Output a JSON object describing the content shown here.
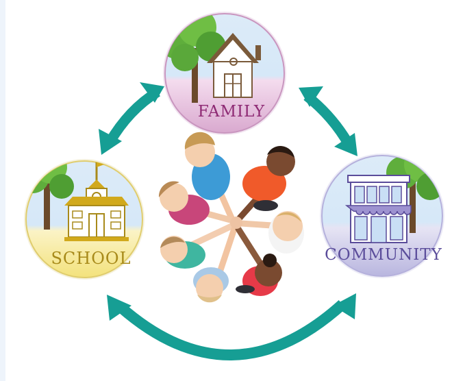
{
  "nodes": {
    "family": {
      "label": "FAMILY",
      "color": "#8e2a74",
      "icon": "house-icon"
    },
    "school": {
      "label": "SCHOOL",
      "color": "#a88a1a",
      "icon": "school-building-icon"
    },
    "community": {
      "label": "COMMUNITY",
      "color": "#5a4c9a",
      "icon": "storefront-building-icon"
    }
  },
  "center": {
    "image": "children-circle-hands-together"
  },
  "arrows": {
    "color": "#169e94"
  }
}
